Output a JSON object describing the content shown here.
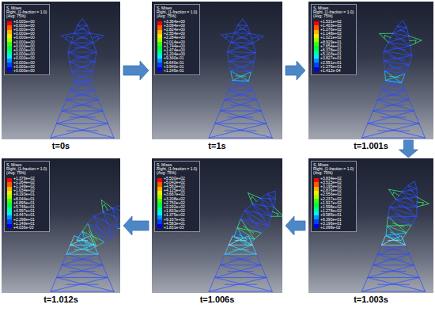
{
  "diagram": {
    "nodes": [
      {
        "text": [
          "t=0s"
        ]
      },
      {
        "text": [
          "S, Mises",
          "Right, (1-fraction = 1.0)",
          "(Avg: 75%)",
          "+0.000e+00",
          "+0.000e+00",
          "+0.000e+00",
          "+0.000e+00",
          "+0.000e+00",
          "+0.000e+00",
          "+0.000e+00",
          "+0.000e+00",
          "+0.000e+00",
          "+0.000e+00",
          "+0.000e+00",
          "+0.000e+00",
          "+0.000e+00"
        ],
        "in": 0
      },
      {
        "text": [
          "t=1s"
        ]
      },
      {
        "text": [
          "S, Mises",
          "Right, (1-fraction = 1.0)",
          "(Avg: 75%)",
          "+3.364e+00",
          "+3.094e+00",
          "+2.824e+00",
          "+2.554e+00",
          "+2.284e+00",
          "+2.014e+00",
          "+1.744e+00",
          "+1.474e+00",
          "+1.204e+00",
          "+9.340e-01",
          "+6.640e-01",
          "+3.940e-01",
          "+1.245e-01"
        ],
        "in": 2
      },
      {
        "text": [
          "t=1.001s"
        ]
      },
      {
        "text": [
          "S, Mises",
          "Right, (1-fraction = 1.0)",
          "(Avg: 75%)",
          "+1.531e+02",
          "+1.403e+02",
          "+1.276e+02",
          "+1.148e+02",
          "+1.021e+02",
          "+8.929e+01",
          "+7.654e+01",
          "+6.378e+01",
          "+5.103e+01",
          "+3.827e+01",
          "+2.551e+01",
          "+1.276e+01",
          "+1.412e-04"
        ],
        "in": 4
      },
      {
        "text": [
          "t=1.003s"
        ]
      },
      {
        "text": [
          "S, Mises",
          "Right, (1-fraction = 1.0)",
          "(Avg: 75%)",
          "+3.834e+02",
          "+3.515e+02",
          "+3.195e+02",
          "+2.876e+02",
          "+2.556e+02",
          "+2.237e+02",
          "+1.917e+02",
          "+1.598e+02",
          "+1.278e+02",
          "+9.585e+01",
          "+6.390e+01",
          "+3.196e+01",
          "+1.098e-02"
        ],
        "in": 6
      },
      {
        "text": [
          "t=1.006s"
        ]
      },
      {
        "text": [
          "S, Mises",
          "Right, (1-fraction = 1.0)",
          "(Avg: 75%)",
          "+5.500e+02",
          "+5.042e+02",
          "+4.583e+02",
          "+4.125e+02",
          "+3.667e+02",
          "+3.208e+02",
          "+2.750e+02",
          "+2.292e+02",
          "+1.833e+02",
          "+1.375e+02",
          "+9.167e+01",
          "+4.583e+01",
          "+1.831e-03"
        ],
        "in": 8
      },
      {
        "text": [
          "t=1.012s"
        ]
      },
      {
        "text": [
          "S, Mises",
          "Right, (1-fraction = 1.0)",
          "(Avg: 75%)",
          "+1.379e+02",
          "+1.264e+02",
          "+1.149e+02",
          "+1.034e+02",
          "+9.193e+01",
          "+8.044e+01",
          "+6.895e+01",
          "+5.746e+01",
          "+4.597e+01",
          "+3.447e+01",
          "+2.298e+01",
          "+1.149e+01",
          "+4.036e-03"
        ],
        "in": 10
      }
    ],
    "edges": [
      {
        "from": 0,
        "to": 2,
        "arrow": "to"
      },
      {
        "from": 2,
        "to": 4,
        "arrow": "to"
      },
      {
        "from": 4,
        "to": 6,
        "arrow": "to"
      },
      {
        "from": 6,
        "to": 8,
        "arrow": "to"
      },
      {
        "from": 8,
        "to": 10,
        "arrow": "to"
      }
    ]
  }
}
